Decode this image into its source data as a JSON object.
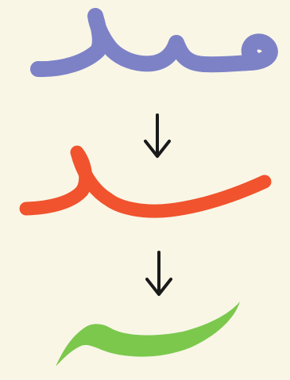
{
  "colors": {
    "background": "#f9f6e6",
    "stage1": "#7d82c7",
    "stage2": "#f0532d",
    "stage3": "#7bc84d",
    "arrow": "#1a1a1a"
  },
  "stages": [
    {
      "name": "blue-glyph",
      "icon": "calligraphy-stroke-with-loop"
    },
    {
      "name": "red-glyph",
      "icon": "calligraphy-stroke-with-hook"
    },
    {
      "name": "green-glyph",
      "icon": "calligraphy-swash"
    }
  ],
  "arrows": [
    {
      "icon": "arrow-down-icon"
    },
    {
      "icon": "arrow-down-icon"
    }
  ]
}
